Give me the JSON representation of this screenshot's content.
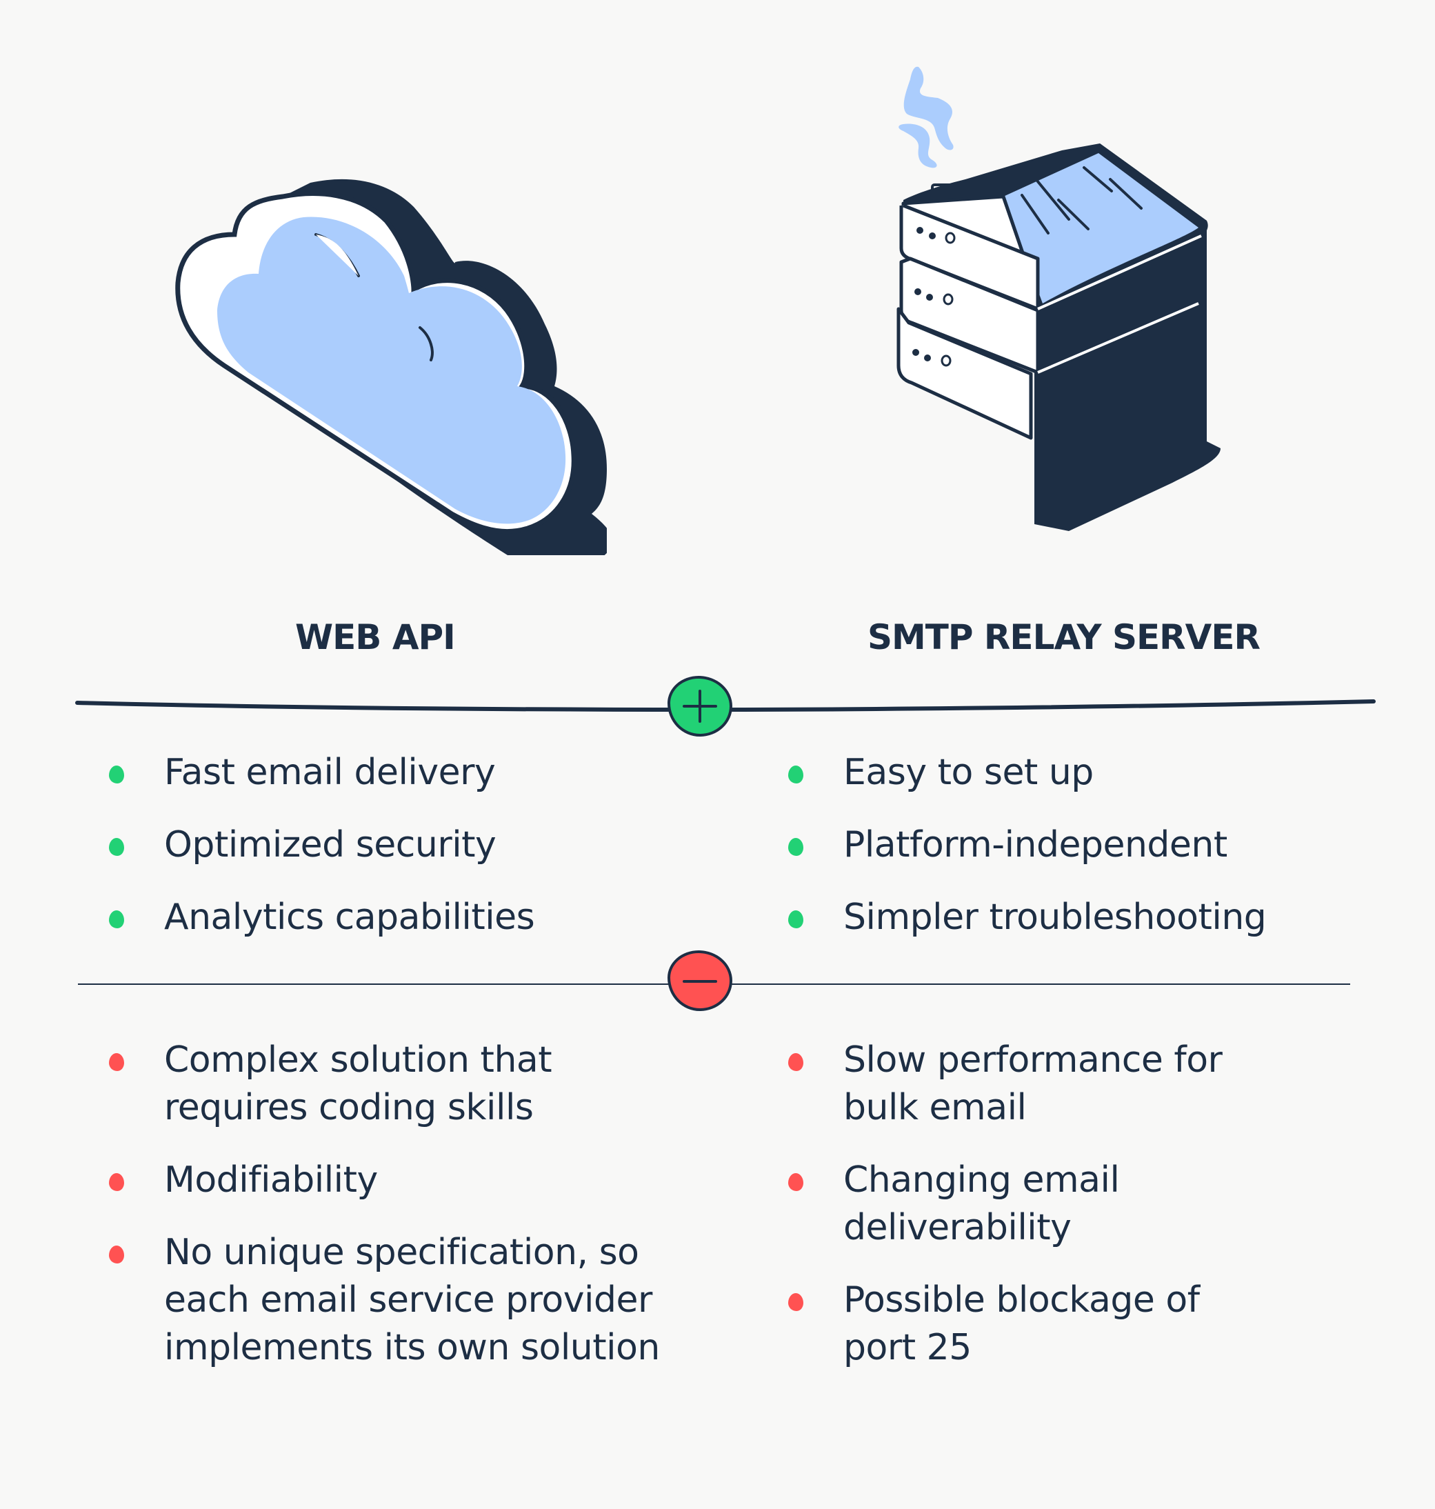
{
  "left_column": {
    "title": "WEB API",
    "illustration": "cloud-icon",
    "pros": [
      "Fast email delivery",
      "Optimized security",
      "Analytics capabilities"
    ],
    "cons": [
      "Complex solution that requires coding skills",
      "Modifiability",
      "No unique specification, so each email service provider implements its own solution"
    ]
  },
  "right_column": {
    "title": "SMTP RELAY SERVER",
    "illustration": "server-stack-icon",
    "pros": [
      "Easy to set up",
      "Platform-independent",
      "Simpler troubleshooting"
    ],
    "cons": [
      "Slow performance for bulk email",
      "Changing email deliverability",
      "Possible blockage of port 25"
    ]
  },
  "dividers": {
    "pros_symbol": "plus-icon",
    "cons_symbol": "minus-icon"
  },
  "colors": {
    "background": "#f8f8f7",
    "ink": "#1d2e44",
    "light_blue": "#abcdfd",
    "pro_green": "#22d175",
    "con_red": "#ff5252",
    "white": "#ffffff"
  }
}
